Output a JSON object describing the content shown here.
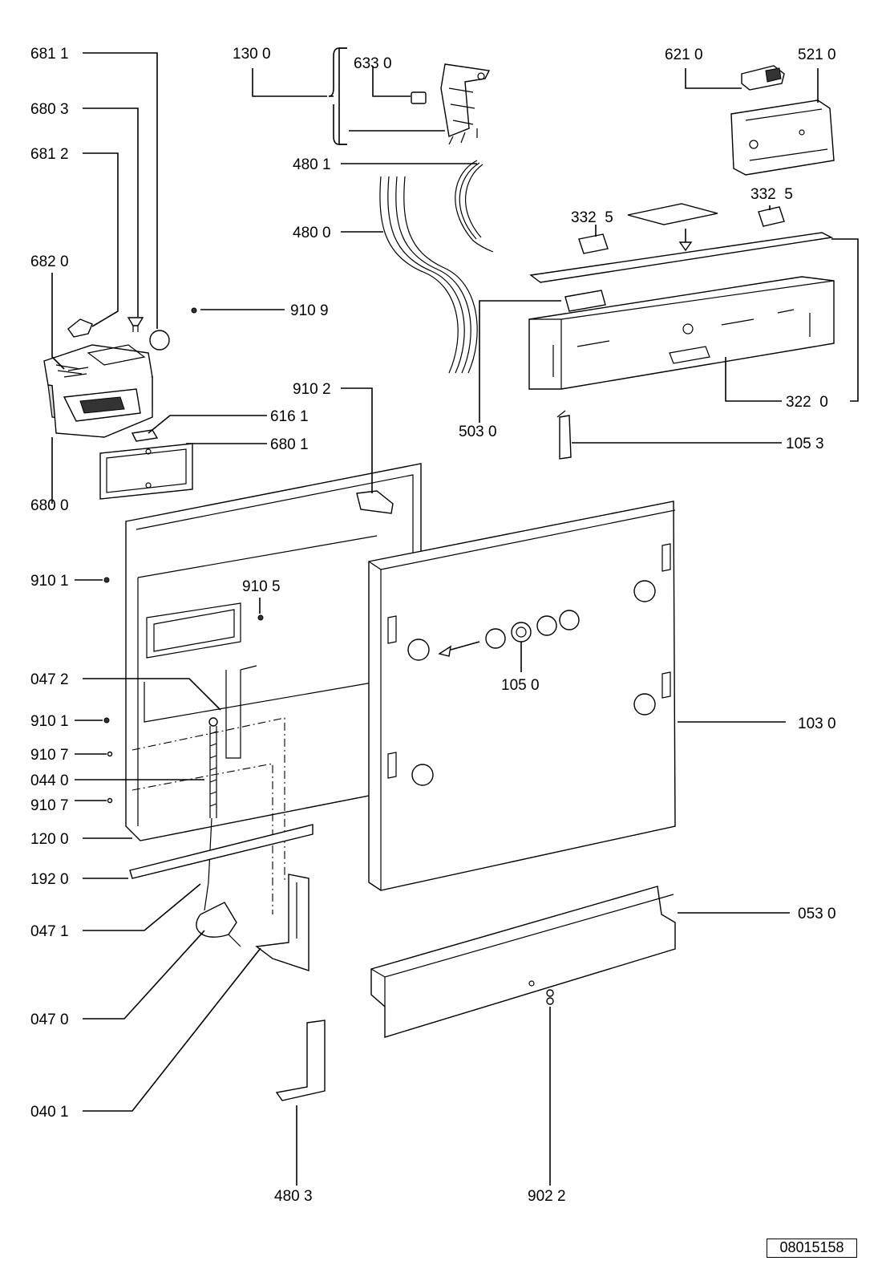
{
  "diagram": {
    "reference_number": "08015158",
    "part_labels": {
      "p6811": "681 1",
      "p6803": "680 3",
      "p6812": "681 2",
      "p6820": "682 0",
      "p6800": "680 0",
      "p6161": "616 1",
      "p6801": "680 1",
      "p1300": "130 0",
      "p6330": "633 0",
      "p4801": "480 1",
      "p4800": "480 0",
      "p9109": "910 9",
      "p9102": "910 2",
      "p6210": "621 0",
      "p5210": "521 0",
      "p3325a": "332  5",
      "p3325b": "332  5",
      "p5030": "503 0",
      "p3220": "322  0",
      "p1053": "105 3",
      "p9101a": "910 1",
      "p9105": "910 5",
      "p0472": "047 2",
      "p9101b": "910 1",
      "p9107a": "910 7",
      "p0440": "044 0",
      "p9107b": "910 7",
      "p1200": "120 0",
      "p1920": "192 0",
      "p0471": "047 1",
      "p0470": "047 0",
      "p0401": "040 1",
      "p4803": "480 3",
      "p1050": "105 0",
      "p1030": "103 0",
      "p0530": "053 0",
      "p9022": "902 2"
    }
  }
}
